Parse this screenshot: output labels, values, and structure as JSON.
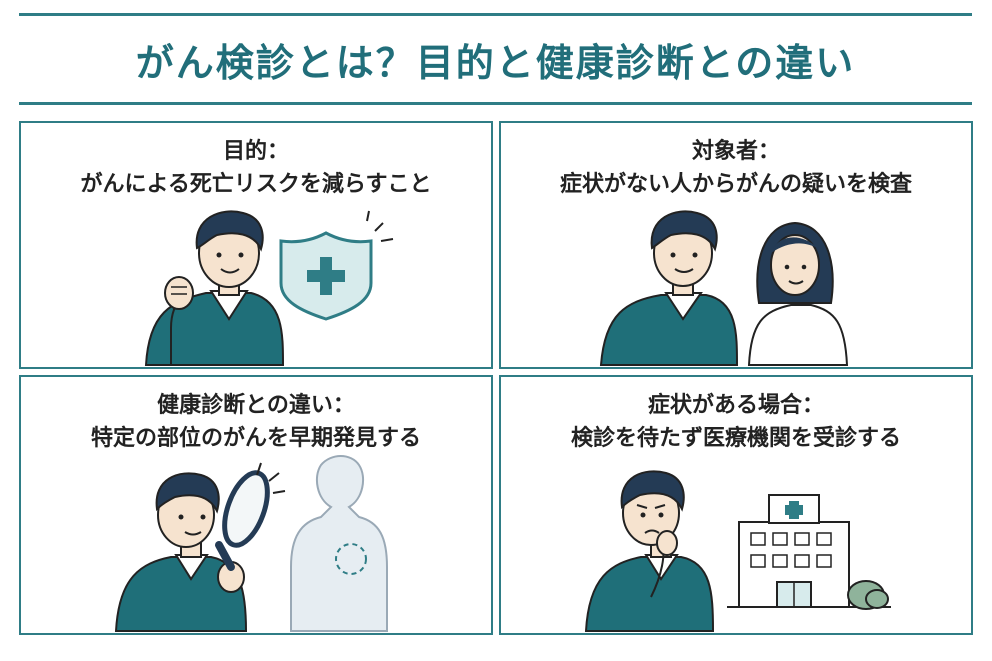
{
  "title": "がん検診とは？目的と健康診断との違い",
  "panels": [
    {
      "line1": "目的：",
      "line2": "がんによる死亡リスクを減らすこと"
    },
    {
      "line1": "対象者：",
      "line2": "症状がない人からがんの疑いを検査"
    },
    {
      "line1": "健康診断との違い：",
      "line2": "特定の部位のがんを早期発見する"
    },
    {
      "line1": "症状がある場合：",
      "line2": "検診を待たず医療機関を受診する"
    }
  ],
  "colors": {
    "accent": "#2f7d86",
    "title": "#216e7a",
    "sweater": "#1f6f79",
    "hair": "#243b55",
    "skin": "#f6e3cf",
    "body_silhouette": "#e6edf2",
    "shrub": "#8fb39b"
  }
}
